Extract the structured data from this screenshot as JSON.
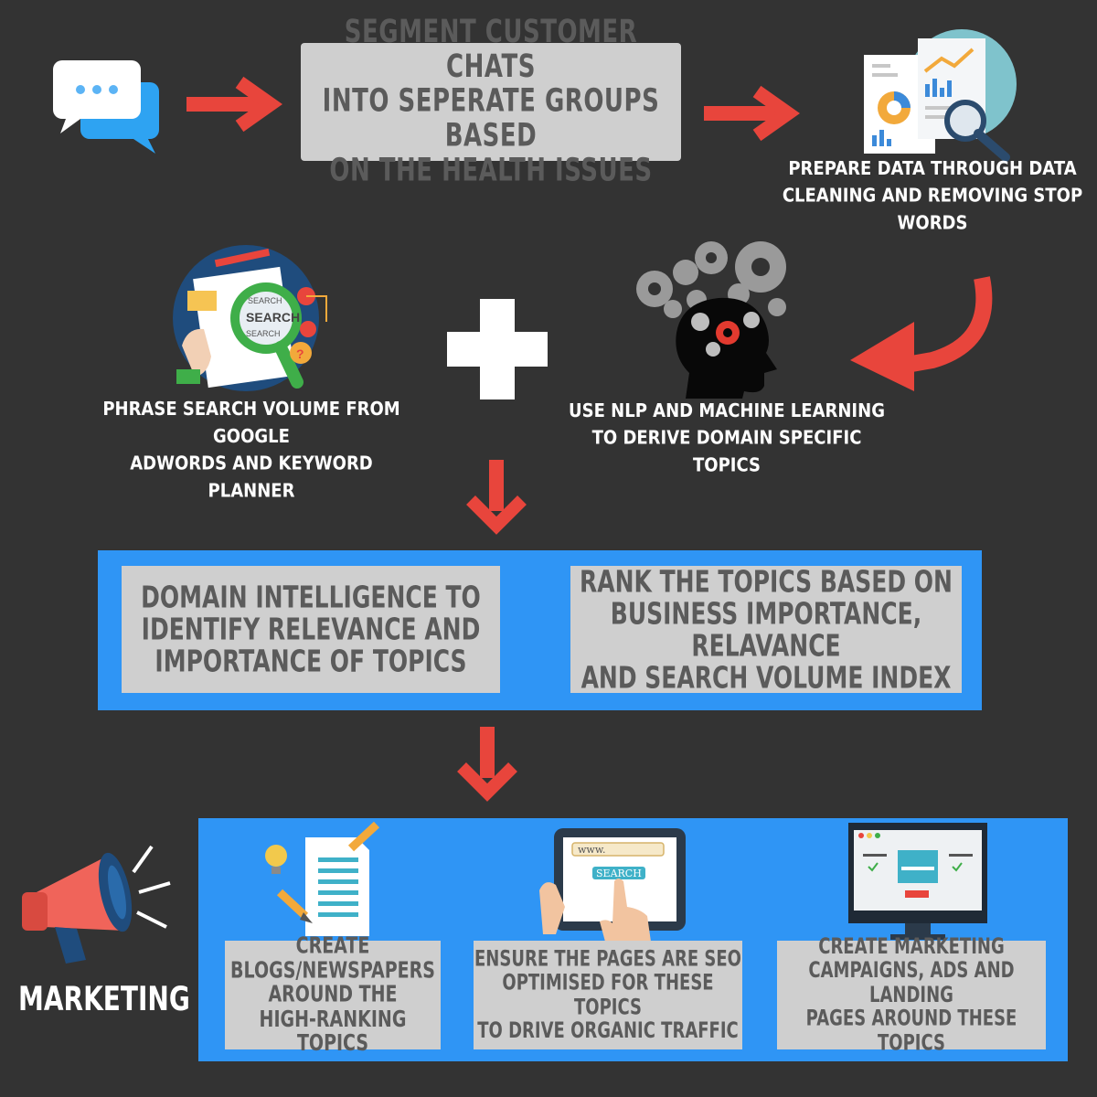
{
  "top": {
    "segment_lines": [
      "SEGMENT CUSTOMER CHATS",
      "INTO SEPERATE GROUPS BASED",
      "ON THE HEALTH ISSUES"
    ],
    "prepare_lines": [
      "PREPARE DATA THROUGH DATA",
      "CLEANING  AND REMOVING STOP WORDS"
    ]
  },
  "middle": {
    "phrase_lines": [
      "PHRASE SEARCH VOLUME FROM GOOGLE",
      "ADWORDS AND KEYWORD PLANNER"
    ],
    "nlp_lines": [
      "USE NLP AND MACHINE LEARNING",
      "TO DERIVE DOMAIN SPECIFIC TOPICS"
    ],
    "search_icon_text": [
      "SEARCH",
      "SEARCH",
      "SEARCH"
    ]
  },
  "analysis": {
    "domain_lines": [
      "DOMAIN INTELLIGENCE TO",
      "IDENTIFY RELEVANCE AND",
      "IMPORTANCE OF TOPICS"
    ],
    "rank_lines": [
      "RANK THE TOPICS BASED ON",
      "BUSINESS IMPORTANCE, RELAVANCE",
      "AND SEARCH VOLUME INDEX"
    ]
  },
  "marketing": {
    "label": "MARKETING",
    "blogs_lines": [
      "CREATE",
      "BLOGS/NEWSPAPERS",
      "AROUND THE",
      "HIGH-RANKING TOPICS"
    ],
    "seo_lines": [
      "ENSURE THE PAGES ARE SEO",
      "OPTIMISED FOR THESE TOPICS",
      "TO DRIVE ORGANIC TRAFFIC"
    ],
    "campaign_lines": [
      "CREATE MARKETING",
      "CAMPAIGNS, ADS AND LANDING",
      "PAGES AROUND THESE TOPICS"
    ],
    "tablet_url": "www.",
    "tablet_button": "SEARCH"
  },
  "colors": {
    "background": "#333333",
    "arrow": "#e8453c",
    "panel_blue": "#2f95f5",
    "box_grey": "#cfcfcf",
    "box_text": "#5b5b5b"
  }
}
